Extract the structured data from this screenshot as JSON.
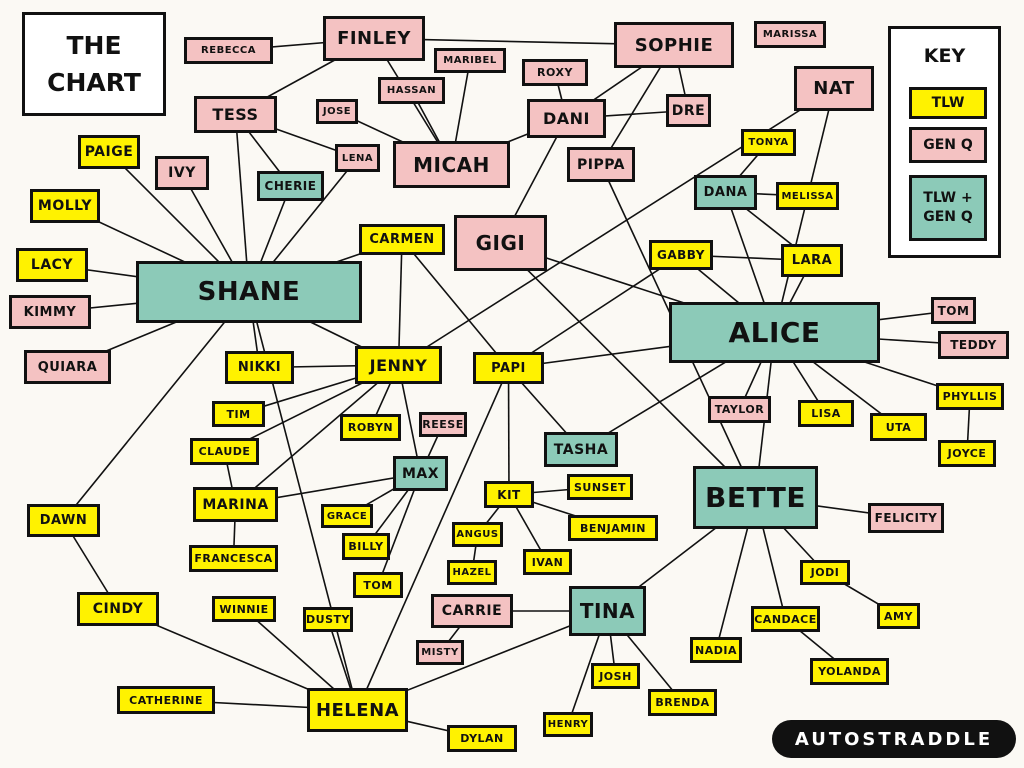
{
  "title": {
    "line1": "THE",
    "line2": "CHART"
  },
  "key": {
    "title": "KEY",
    "items": [
      {
        "label": "TLW",
        "category": "tlw"
      },
      {
        "label": "GEN Q",
        "category": "genq"
      },
      {
        "label": "TLW +\nGEN Q",
        "category": "both"
      }
    ]
  },
  "colors": {
    "tlw": "#fff200",
    "genq": "#f4c2c2",
    "both": "#8ccab8",
    "line": "#111111"
  },
  "logo": "AUTOSTRADDLE",
  "nodes": [
    {
      "id": "shane",
      "label": "SHANE",
      "category": "both"
    },
    {
      "id": "alice",
      "label": "ALICE",
      "category": "both"
    },
    {
      "id": "bette",
      "label": "BETTE",
      "category": "both"
    },
    {
      "id": "tina",
      "label": "TINA",
      "category": "both"
    },
    {
      "id": "tasha",
      "label": "TASHA",
      "category": "both"
    },
    {
      "id": "dana",
      "label": "DANA",
      "category": "both"
    },
    {
      "id": "max",
      "label": "MAX",
      "category": "both"
    },
    {
      "id": "cherie",
      "label": "CHERIE",
      "category": "both"
    },
    {
      "id": "finley",
      "label": "FINLEY",
      "category": "genq"
    },
    {
      "id": "sophie",
      "label": "SOPHIE",
      "category": "genq"
    },
    {
      "id": "rebecca",
      "label": "REBECCA",
      "category": "genq"
    },
    {
      "id": "marissa",
      "label": "MARISSA",
      "category": "genq"
    },
    {
      "id": "nat",
      "label": "NAT",
      "category": "genq"
    },
    {
      "id": "maribel",
      "label": "MARIBEL",
      "category": "genq"
    },
    {
      "id": "roxy",
      "label": "ROXY",
      "category": "genq"
    },
    {
      "id": "hassan",
      "label": "HASSAN",
      "category": "genq"
    },
    {
      "id": "tess",
      "label": "TESS",
      "category": "genq"
    },
    {
      "id": "dani",
      "label": "DANI",
      "category": "genq"
    },
    {
      "id": "dre",
      "label": "DRE",
      "category": "genq"
    },
    {
      "id": "jose",
      "label": "JOSE",
      "category": "genq"
    },
    {
      "id": "micah",
      "label": "MICAH",
      "category": "genq"
    },
    {
      "id": "lena",
      "label": "LENA",
      "category": "genq"
    },
    {
      "id": "pippa",
      "label": "PIPPA",
      "category": "genq"
    },
    {
      "id": "ivy",
      "label": "IVY",
      "category": "genq"
    },
    {
      "id": "gigi",
      "label": "GIGI",
      "category": "genq"
    },
    {
      "id": "kimmy",
      "label": "KIMMY",
      "category": "genq"
    },
    {
      "id": "quiara",
      "label": "QUIARA",
      "category": "genq"
    },
    {
      "id": "tom_genq",
      "label": "TOM",
      "category": "genq"
    },
    {
      "id": "teddy",
      "label": "TEDDY",
      "category": "genq"
    },
    {
      "id": "taylor",
      "label": "TAYLOR",
      "category": "genq"
    },
    {
      "id": "reese",
      "label": "REESE",
      "category": "genq"
    },
    {
      "id": "felicity",
      "label": "FELICITY",
      "category": "genq"
    },
    {
      "id": "carrie",
      "label": "CARRIE",
      "category": "genq"
    },
    {
      "id": "misty",
      "label": "MISTY",
      "category": "genq"
    },
    {
      "id": "paige",
      "label": "PAIGE",
      "category": "tlw"
    },
    {
      "id": "molly",
      "label": "MOLLY",
      "category": "tlw"
    },
    {
      "id": "lacy",
      "label": "LACY",
      "category": "tlw"
    },
    {
      "id": "carmen",
      "label": "CARMEN",
      "category": "tlw"
    },
    {
      "id": "tonya",
      "label": "TONYA",
      "category": "tlw"
    },
    {
      "id": "melissa",
      "label": "MELISSA",
      "category": "tlw"
    },
    {
      "id": "gabby",
      "label": "GABBY",
      "category": "tlw"
    },
    {
      "id": "lara",
      "label": "LARA",
      "category": "tlw"
    },
    {
      "id": "nikki",
      "label": "NIKKI",
      "category": "tlw"
    },
    {
      "id": "jenny",
      "label": "JENNY",
      "category": "tlw"
    },
    {
      "id": "papi",
      "label": "PAPI",
      "category": "tlw"
    },
    {
      "id": "tim",
      "label": "TIM",
      "category": "tlw"
    },
    {
      "id": "robyn",
      "label": "ROBYN",
      "category": "tlw"
    },
    {
      "id": "claude",
      "label": "CLAUDE",
      "category": "tlw"
    },
    {
      "id": "lisa",
      "label": "LISA",
      "category": "tlw"
    },
    {
      "id": "uta",
      "label": "UTA",
      "category": "tlw"
    },
    {
      "id": "phyllis",
      "label": "PHYLLIS",
      "category": "tlw"
    },
    {
      "id": "joyce",
      "label": "JOYCE",
      "category": "tlw"
    },
    {
      "id": "marina",
      "label": "MARINA",
      "category": "tlw"
    },
    {
      "id": "kit",
      "label": "KIT",
      "category": "tlw"
    },
    {
      "id": "sunset",
      "label": "SUNSET",
      "category": "tlw"
    },
    {
      "id": "dawn",
      "label": "DAWN",
      "category": "tlw"
    },
    {
      "id": "grace",
      "label": "GRACE",
      "category": "tlw"
    },
    {
      "id": "angus",
      "label": "ANGUS",
      "category": "tlw"
    },
    {
      "id": "benjamin",
      "label": "BENJAMIN",
      "category": "tlw"
    },
    {
      "id": "billy",
      "label": "BILLY",
      "category": "tlw"
    },
    {
      "id": "francesca",
      "label": "FRANCESCA",
      "category": "tlw"
    },
    {
      "id": "hazel",
      "label": "HAZEL",
      "category": "tlw"
    },
    {
      "id": "ivan",
      "label": "IVAN",
      "category": "tlw"
    },
    {
      "id": "tom_tlw",
      "label": "TOM",
      "category": "tlw"
    },
    {
      "id": "jodi",
      "label": "JODI",
      "category": "tlw"
    },
    {
      "id": "cindy",
      "label": "CINDY",
      "category": "tlw"
    },
    {
      "id": "winnie",
      "label": "WINNIE",
      "category": "tlw"
    },
    {
      "id": "dusty",
      "label": "DUSTY",
      "category": "tlw"
    },
    {
      "id": "candace",
      "label": "CANDACE",
      "category": "tlw"
    },
    {
      "id": "amy",
      "label": "AMY",
      "category": "tlw"
    },
    {
      "id": "nadia",
      "label": "NADIA",
      "category": "tlw"
    },
    {
      "id": "yolanda",
      "label": "YOLANDA",
      "category": "tlw"
    },
    {
      "id": "josh",
      "label": "JOSH",
      "category": "tlw"
    },
    {
      "id": "catherine",
      "label": "CATHERINE",
      "category": "tlw"
    },
    {
      "id": "helena",
      "label": "HELENA",
      "category": "tlw"
    },
    {
      "id": "brenda",
      "label": "BRENDA",
      "category": "tlw"
    },
    {
      "id": "henry",
      "label": "HENRY",
      "category": "tlw"
    },
    {
      "id": "dylan",
      "label": "DYLAN",
      "category": "tlw"
    }
  ],
  "edges": [
    [
      "rebecca",
      "finley"
    ],
    [
      "finley",
      "sophie"
    ],
    [
      "finley",
      "tess"
    ],
    [
      "finley",
      "micah"
    ],
    [
      "maribel",
      "micah"
    ],
    [
      "hassan",
      "micah"
    ],
    [
      "jose",
      "micah"
    ],
    [
      "micah",
      "dani"
    ],
    [
      "roxy",
      "dani"
    ],
    [
      "dani",
      "sophie"
    ],
    [
      "dani",
      "dre"
    ],
    [
      "sophie",
      "dre"
    ],
    [
      "sophie",
      "pippa"
    ],
    [
      "dani",
      "gigi"
    ],
    [
      "tess",
      "shane"
    ],
    [
      "tess",
      "cherie"
    ],
    [
      "tess",
      "lena"
    ],
    [
      "lena",
      "shane"
    ],
    [
      "cherie",
      "shane"
    ],
    [
      "paige",
      "shane"
    ],
    [
      "ivy",
      "shane"
    ],
    [
      "molly",
      "shane"
    ],
    [
      "lacy",
      "shane"
    ],
    [
      "kimmy",
      "shane"
    ],
    [
      "quiara",
      "shane"
    ],
    [
      "shane",
      "carmen"
    ],
    [
      "shane",
      "jenny"
    ],
    [
      "shane",
      "nikki"
    ],
    [
      "shane",
      "dawn"
    ],
    [
      "shane",
      "helena"
    ],
    [
      "nat",
      "jenny"
    ],
    [
      "nat",
      "alice"
    ],
    [
      "gigi",
      "alice"
    ],
    [
      "gigi",
      "bette"
    ],
    [
      "pippa",
      "bette"
    ],
    [
      "tonya",
      "dana"
    ],
    [
      "dana",
      "melissa"
    ],
    [
      "dana",
      "lara"
    ],
    [
      "dana",
      "alice"
    ],
    [
      "gabby",
      "lara"
    ],
    [
      "gabby",
      "alice"
    ],
    [
      "gabby",
      "papi"
    ],
    [
      "lara",
      "alice"
    ],
    [
      "carmen",
      "jenny"
    ],
    [
      "carmen",
      "papi"
    ],
    [
      "alice",
      "papi"
    ],
    [
      "alice",
      "tasha"
    ],
    [
      "alice",
      "bette"
    ],
    [
      "alice",
      "tom_genq"
    ],
    [
      "alice",
      "teddy"
    ],
    [
      "alice",
      "taylor"
    ],
    [
      "alice",
      "lisa"
    ],
    [
      "alice",
      "uta"
    ],
    [
      "alice",
      "phyllis"
    ],
    [
      "phyllis",
      "joyce"
    ],
    [
      "nikki",
      "jenny"
    ],
    [
      "jenny",
      "tim"
    ],
    [
      "jenny",
      "claude"
    ],
    [
      "jenny",
      "marina"
    ],
    [
      "jenny",
      "robyn"
    ],
    [
      "jenny",
      "max"
    ],
    [
      "reese",
      "max"
    ],
    [
      "max",
      "marina"
    ],
    [
      "max",
      "grace"
    ],
    [
      "max",
      "billy"
    ],
    [
      "max",
      "tom_tlw"
    ],
    [
      "papi",
      "tasha"
    ],
    [
      "papi",
      "kit"
    ],
    [
      "papi",
      "helena"
    ],
    [
      "claude",
      "marina"
    ],
    [
      "marina",
      "francesca"
    ],
    [
      "kit",
      "sunset"
    ],
    [
      "kit",
      "benjamin"
    ],
    [
      "kit",
      "ivan"
    ],
    [
      "kit",
      "angus"
    ],
    [
      "angus",
      "hazel"
    ],
    [
      "bette",
      "felicity"
    ],
    [
      "bette",
      "tina"
    ],
    [
      "bette",
      "nadia"
    ],
    [
      "bette",
      "candace"
    ],
    [
      "bette",
      "jodi"
    ],
    [
      "jodi",
      "amy"
    ],
    [
      "candace",
      "yolanda"
    ],
    [
      "carrie",
      "tina"
    ],
    [
      "carrie",
      "misty"
    ],
    [
      "tina",
      "josh"
    ],
    [
      "tina",
      "henry"
    ],
    [
      "tina",
      "brenda"
    ],
    [
      "tina",
      "helena"
    ],
    [
      "dawn",
      "cindy"
    ],
    [
      "cindy",
      "helena"
    ],
    [
      "winnie",
      "helena"
    ],
    [
      "dusty",
      "helena"
    ],
    [
      "catherine",
      "helena"
    ],
    [
      "helena",
      "dylan"
    ]
  ]
}
